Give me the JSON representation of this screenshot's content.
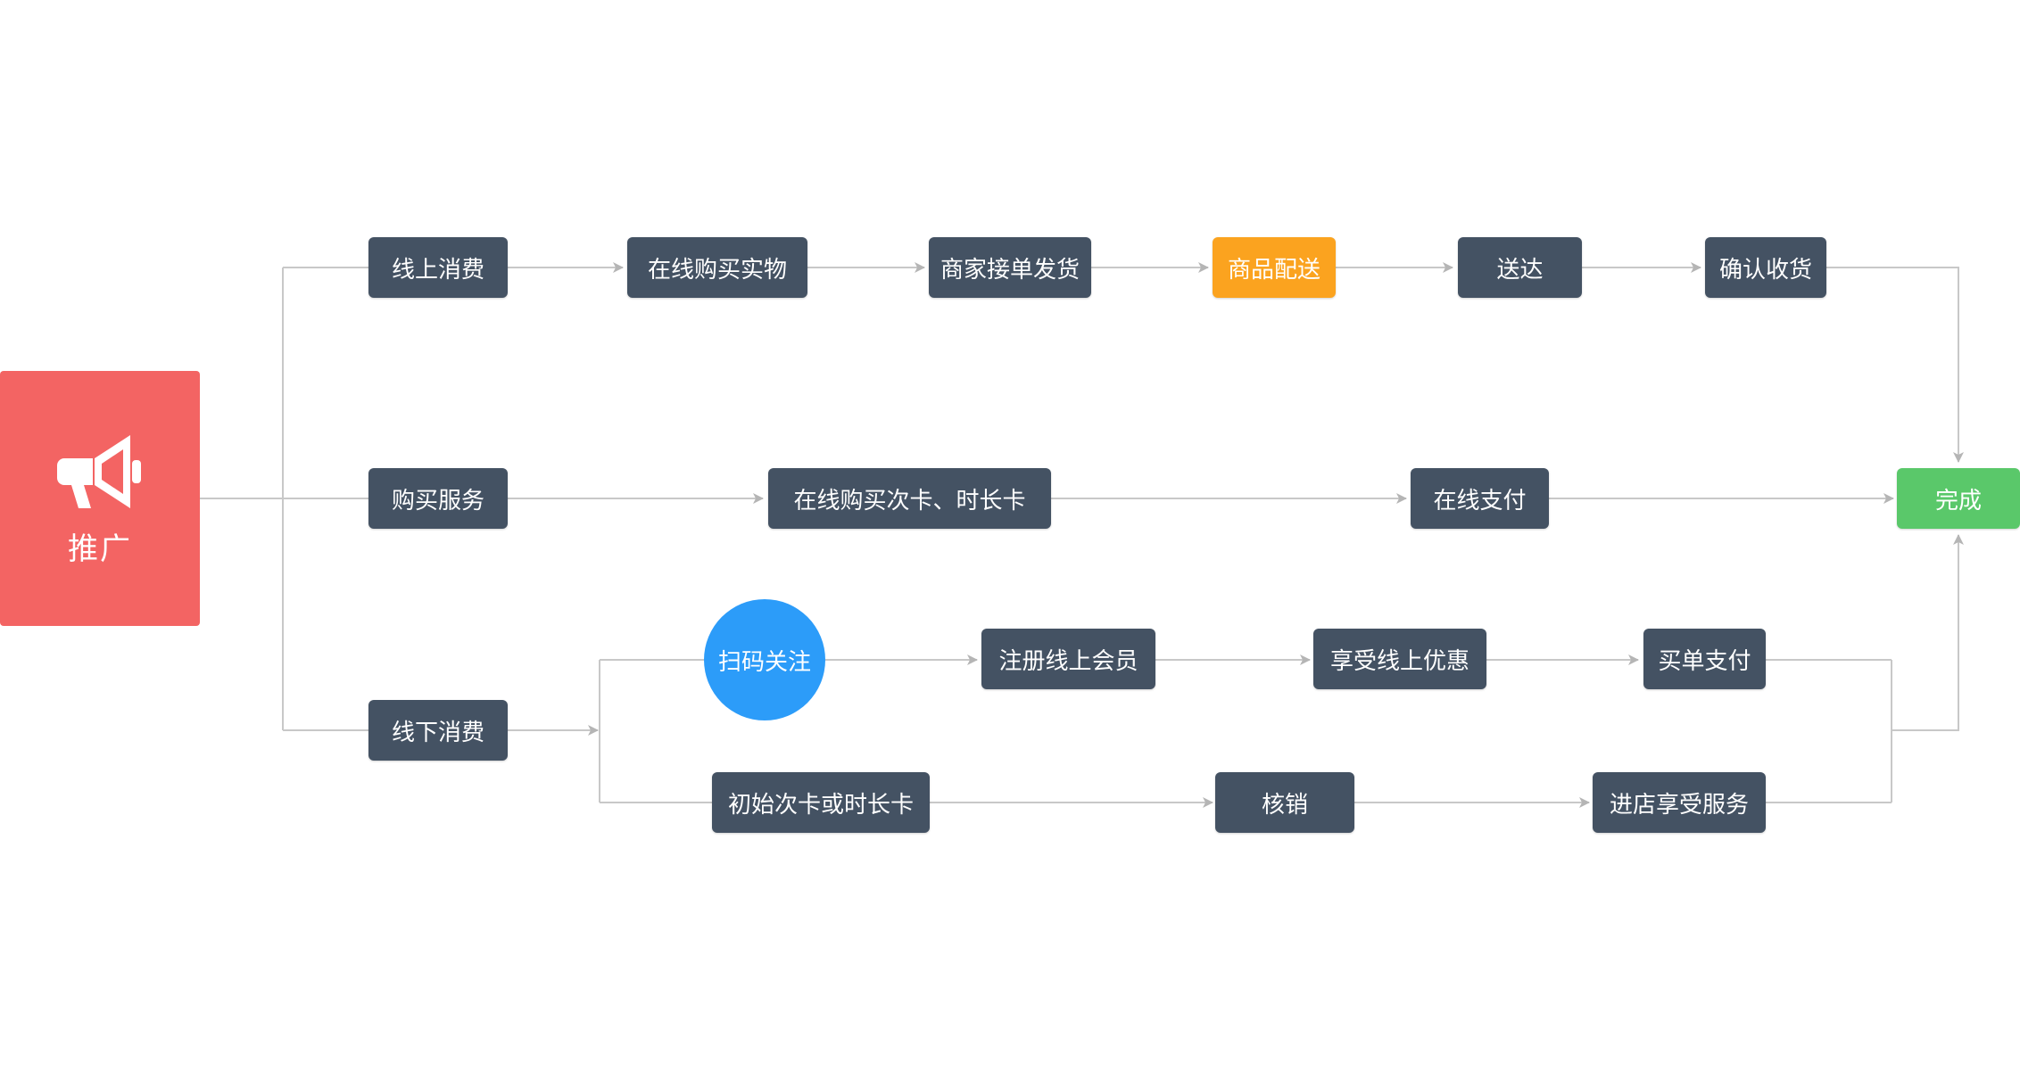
{
  "start": {
    "label": "推广",
    "icon": "megaphone-icon",
    "color": "#f36463"
  },
  "branches": {
    "online": {
      "label": "线上消费",
      "steps": [
        "在线购买实物",
        "商家接单发货",
        "商品配送",
        "送达",
        "确认收货"
      ],
      "highlight": "商品配送",
      "highlight_color": "#fba31f"
    },
    "service": {
      "label": "购买服务",
      "steps": [
        "在线购买次卡、时长卡",
        "在线支付"
      ]
    },
    "offline": {
      "label": "线下消费",
      "scan_path": [
        "扫码关注",
        "注册线上会员",
        "享受线上优惠",
        "买单支付"
      ],
      "card_path": [
        "初始次卡或时长卡",
        "核销",
        "进店享受服务"
      ],
      "scan_color": "#2c9cf9"
    }
  },
  "end": {
    "label": "完成",
    "color": "#5ac86a"
  },
  "colors": {
    "node": "#445263",
    "connector": "#c2c2c2",
    "arrow": "#b5b5b5"
  }
}
